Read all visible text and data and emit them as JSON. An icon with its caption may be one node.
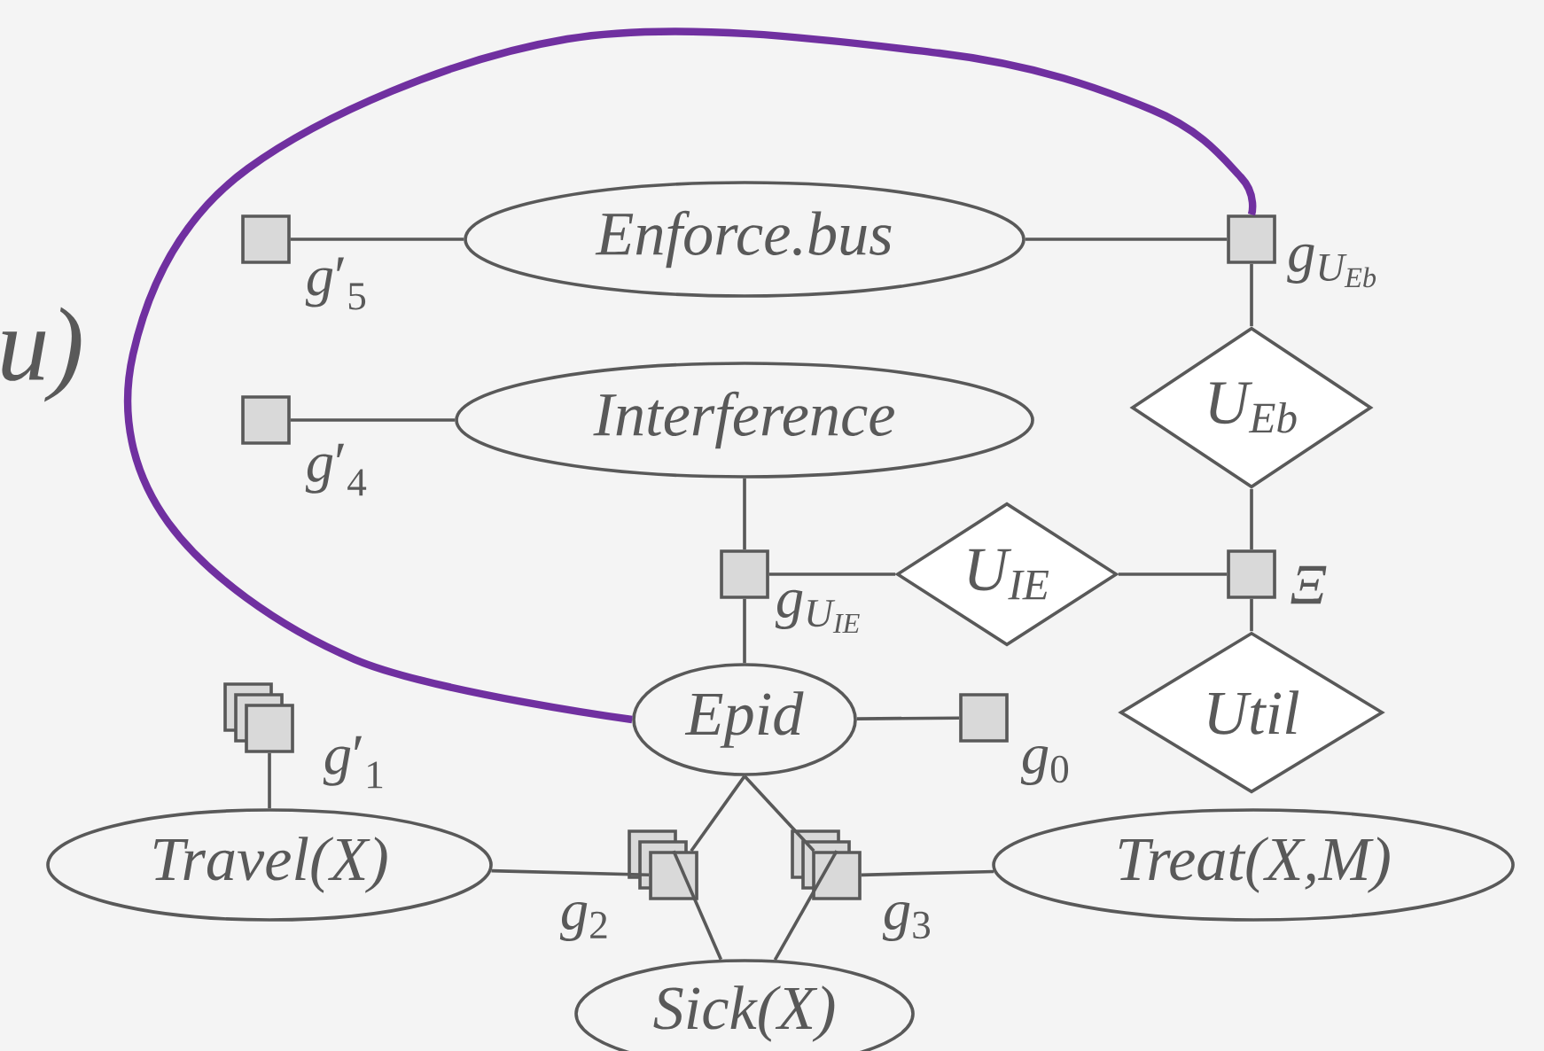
{
  "diagram": {
    "nodes": [
      {
        "text": [
          "Enforce.bus"
        ]
      },
      {
        "text": [
          "Interference"
        ]
      },
      {
        "text": [
          "Epid"
        ]
      },
      {
        "text": [
          "Travel(X)"
        ]
      },
      {
        "text": [
          "Treat(X,M)"
        ]
      },
      {
        "text": [
          "Sick(X)"
        ]
      },
      {
        "text": [
          "U$_{Eb}$"
        ]
      },
      {
        "text": [
          "U$_{IE}$"
        ]
      },
      {
        "text": [
          "Util"
        ]
      },
      {
        "text": [],
        "shape": "box",
        "beside": [
          "\\mathit{g′}_{\\mathrm{5}}"
        ]
      },
      {
        "text": [],
        "shape": "box",
        "beside": [
          "\\mathit{g′}_{\\mathrm{4}}"
        ]
      },
      {
        "text": [],
        "shape": "box",
        "beside": [
          "\\mathit{g}_{\\mathit{U}_{\\mathit{Eb}}}"
        ]
      },
      {
        "text": [],
        "shape": "box",
        "beside": [
          "\\mathit{g}_{\\mathit{U}_{\\mathit{IE}}}"
        ]
      },
      {
        "text": [],
        "shape": "box",
        "beside": [
          "\\mathit{Ξ}"
        ]
      },
      {
        "text": [],
        "shape": "box",
        "beside": [
          "\\mathit{g}_{\\mathrm{0}}"
        ]
      },
      {
        "text": [],
        "shape": "stack",
        "beside": [
          "\\mathit{g′}_{\\mathrm{1}}"
        ]
      },
      {
        "text": [],
        "shape": "stack",
        "beside": [
          "\\mathit{g}_{\\mathrm{2}}"
        ]
      },
      {
        "text": [],
        "shape": "stack",
        "beside": [
          "\\mathit{g}_{\\mathrm{3}}"
        ]
      }
    ],
    "edges": [
      {
        "from": 9,
        "to": 0,
        "arrow": "none"
      },
      {
        "from": 0,
        "to": 11,
        "arrow": "none"
      },
      {
        "from": 11,
        "to": 6,
        "arrow": "none"
      },
      {
        "from": 6,
        "to": 13,
        "arrow": "none"
      },
      {
        "from": 10,
        "to": 1,
        "arrow": "none"
      },
      {
        "from": 1,
        "to": 12,
        "arrow": "none"
      },
      {
        "from": 12,
        "to": 7,
        "arrow": "none"
      },
      {
        "from": 7,
        "to": 13,
        "arrow": "none"
      },
      {
        "from": 13,
        "to": 8,
        "arrow": "none"
      },
      {
        "from": 12,
        "to": 2,
        "arrow": "none"
      },
      {
        "from": 2,
        "to": 14,
        "arrow": "none"
      },
      {
        "from": 15,
        "to": 3,
        "arrow": "none"
      },
      {
        "from": 3,
        "to": 16,
        "arrow": "none"
      },
      {
        "from": 2,
        "to": 16,
        "arrow": "none"
      },
      {
        "from": 16,
        "to": 5,
        "arrow": "none"
      },
      {
        "from": 2,
        "to": 17,
        "arrow": "none"
      },
      {
        "from": 17,
        "to": 5,
        "arrow": "none"
      },
      {
        "from": 17,
        "to": 4,
        "arrow": "none"
      },
      {
        "from": 2,
        "to": 11,
        "arrow": "none",
        "style": "thick",
        "color": "#7030a0"
      }
    ],
    "labels": [
      "u)"
    ]
  }
}
